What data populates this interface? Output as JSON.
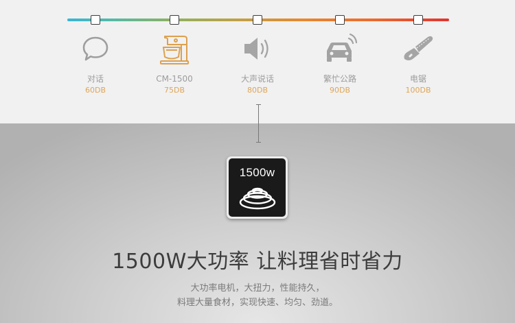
{
  "scale": {
    "colors": {
      "start": "#35b6d6",
      "end": "#e2332e",
      "db_text": "#dfa557"
    },
    "items": [
      {
        "icon": "speech-bubble-icon",
        "label": "对话",
        "db": "60DB"
      },
      {
        "icon": "stand-mixer-icon",
        "label": "CM-1500",
        "db": "75DB"
      },
      {
        "icon": "speaker-icon",
        "label": "大声说话",
        "db": "80DB"
      },
      {
        "icon": "car-horn-icon",
        "label": "繁忙公路",
        "db": "90DB"
      },
      {
        "icon": "chainsaw-icon",
        "label": "电锯",
        "db": "100DB"
      }
    ]
  },
  "badge": {
    "label": "1500w",
    "icon": "heating-coil-icon"
  },
  "headline": "1500W大功率 让料理省时省力",
  "description": {
    "line1": "大功率电机，大扭力，性能持久，",
    "line2": "料理大量食材，实现快速、均匀、劲道。"
  }
}
